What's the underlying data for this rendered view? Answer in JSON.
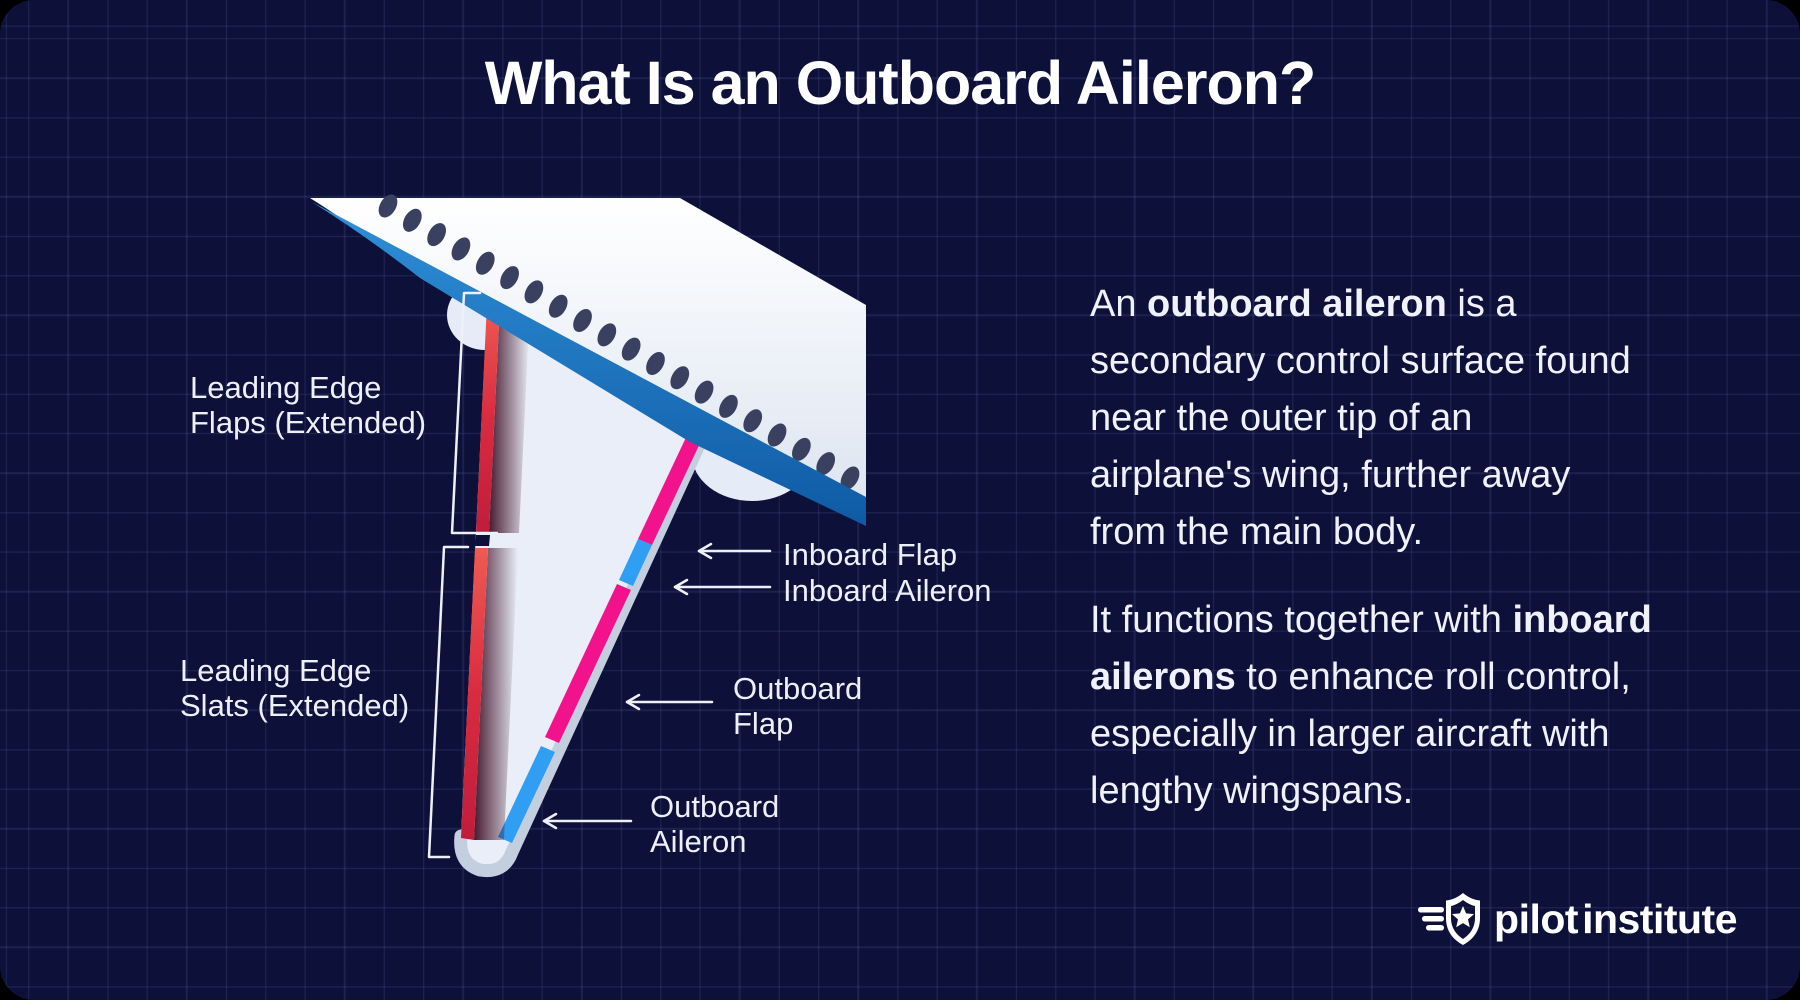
{
  "header": {
    "title": "What Is an Outboard Aileron?"
  },
  "diagram": {
    "windows_count": 20,
    "labels": {
      "leading_edge_flaps": {
        "line1": "Leading Edge",
        "line2": "Flaps (Extended)"
      },
      "leading_edge_slats": {
        "line1": "Leading Edge",
        "line2": "Slats (Extended)"
      },
      "inboard_flap": "Inboard Flap",
      "inboard_aileron": "Inboard Aileron",
      "outboard_flap": {
        "line1": "Outboard",
        "line2": "Flap"
      },
      "outboard_aileron": {
        "line1": "Outboard",
        "line2": "Aileron"
      }
    }
  },
  "content": {
    "p1": {
      "pre": "An ",
      "bold": "outboard aileron",
      "post": " is a secondary control surface found near the outer tip of an airplane's wing, further away from the main body."
    },
    "p2": {
      "pre": "It functions together with ",
      "bold": "inboard ailerons",
      "post": " to enhance roll control, especially in larger aircraft with lengthy wingspans."
    }
  },
  "footer": {
    "brand_word1": "pilot",
    "brand_word2": "institute"
  },
  "colors": {
    "background": "#0d1039",
    "grid_line": "rgba(86,96,160,0.22)",
    "title_text": "#ffffff",
    "body_text": "#f0f1fa",
    "label_text": "#eef0f8",
    "pink_flap": "#f2138c",
    "blue_aileron": "#2f9ef3",
    "fuselage_blue": "#1b76c6",
    "red_leading_edge": "#d92b40",
    "wing_white": "#e9eef8",
    "wing_edge": "#c3cfdf",
    "window_color": "#3a4160",
    "annotation_line": "#eef0f8"
  }
}
